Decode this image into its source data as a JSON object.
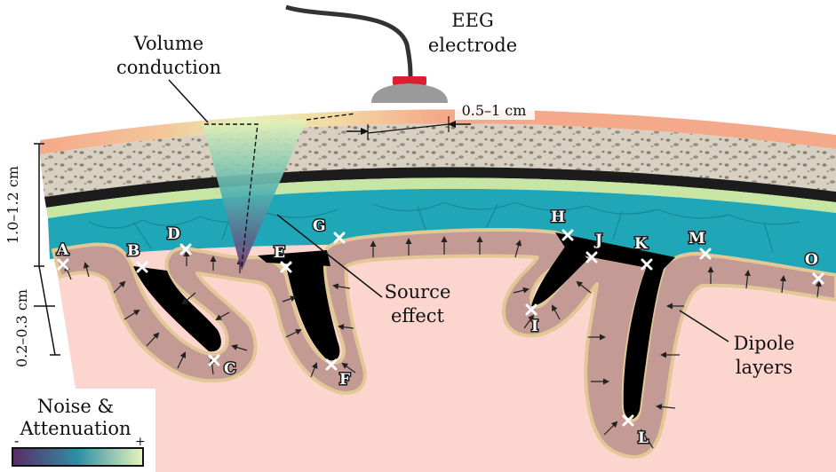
{
  "labels": {
    "eeg_line1": "EEG",
    "eeg_line2": "electrode",
    "vol_line1": "Volume",
    "vol_line2": "conduction",
    "source_line1": "Source",
    "source_line2": "effect",
    "dipole_line1": "Dipole",
    "dipole_line2": "layers",
    "noise_line1": "Noise &",
    "noise_line2": "Attenuation",
    "colorbar_min": "-",
    "colorbar_max": "+",
    "dim_scalp": "1.0–1.2 cm",
    "dim_cortex": "0.2–0.3 cm",
    "dim_electrode": "0.5–1 cm"
  },
  "points": [
    "A",
    "B",
    "C",
    "D",
    "E",
    "F",
    "G",
    "H",
    "I",
    "J",
    "K",
    "L",
    "M",
    "O"
  ],
  "colors": {
    "scalp": "#f4a98a",
    "bone": "#dad3c6",
    "dura": "#1c1c1c",
    "arachnoid": "#c7e6a3",
    "csf": "#1fa7b8",
    "sulcus": "#000000",
    "gray_matter": "#c39a94",
    "gray_edge": "#e2c896",
    "white_matter": "#fcd5cf",
    "electrode_cap": "#d92030",
    "electrode_body": "#9a9a9a",
    "colorbar": [
      "#5b2b66",
      "#2e8fa4",
      "#e8f4bd"
    ]
  }
}
